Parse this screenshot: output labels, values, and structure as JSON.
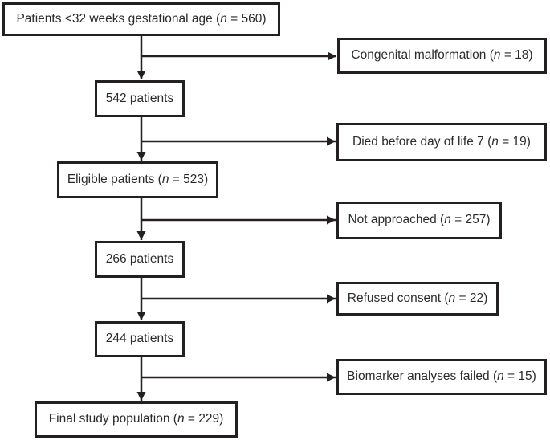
{
  "figure": {
    "kind": "patient-flow-diagram",
    "background": "#ffffff",
    "ink_color": "#241f20",
    "nodes": {
      "start": {
        "pre": "Patients <32 weeks gestational age (",
        "n": "n",
        "post": " = 560)"
      },
      "excl1": {
        "pre": "Congenital malformation (",
        "n": "n",
        "post": " = 18)"
      },
      "step1": {
        "text": "542 patients"
      },
      "excl2": {
        "pre": "Died before day of life 7 (",
        "n": "n",
        "post": " = 19)"
      },
      "step2": {
        "pre": "Eligible patients (",
        "n": "n",
        "post": " = 523)"
      },
      "excl3": {
        "pre": "Not approached (",
        "n": "n",
        "post": " = 257)"
      },
      "step3": {
        "text": "266 patients"
      },
      "excl4": {
        "pre": "Refused consent (",
        "n": "n",
        "post": " = 22)"
      },
      "step4": {
        "text": "244 patients"
      },
      "excl5": {
        "pre": "Biomarker analyses failed (",
        "n": "n",
        "post": " = 15)"
      },
      "end": {
        "pre": "Final study population (",
        "n": "n",
        "post": " = 229)"
      }
    }
  }
}
